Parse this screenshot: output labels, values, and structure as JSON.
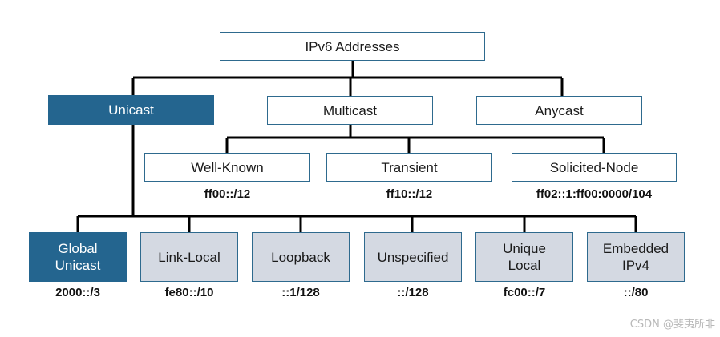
{
  "root": {
    "label": "IPv6 Addresses"
  },
  "level1": [
    {
      "key": "unicast",
      "label": "Unicast",
      "style": "dark"
    },
    {
      "key": "multicast",
      "label": "Multicast",
      "style": "white"
    },
    {
      "key": "anycast",
      "label": "Anycast",
      "style": "white"
    }
  ],
  "multicast_children": [
    {
      "label": "Well-Known",
      "prefix": "ff00::/12"
    },
    {
      "label": "Transient",
      "prefix": "ff10::/12"
    },
    {
      "label": "Solicited-Node",
      "prefix": "ff02::1:ff00:0000/104"
    }
  ],
  "unicast_children": [
    {
      "label": "Global\nUnicast",
      "prefix": "2000::/3",
      "style": "dark"
    },
    {
      "label": "Link-Local",
      "prefix": "fe80::/10",
      "style": "gray"
    },
    {
      "label": "Loopback",
      "prefix": "::1/128",
      "style": "gray"
    },
    {
      "label": "Unspecified",
      "prefix": "::/128",
      "style": "gray"
    },
    {
      "label": "Unique\nLocal",
      "prefix": "fc00::/7",
      "style": "gray"
    },
    {
      "label": "Embedded\nIPv4",
      "prefix": "::/80",
      "style": "gray"
    }
  ],
  "colors": {
    "dark_fill": "#24658f",
    "gray_fill": "#d4d9e2",
    "border": "#2e6a8e",
    "connector": "#000000"
  },
  "watermark": "CSDN @斐夷所非"
}
